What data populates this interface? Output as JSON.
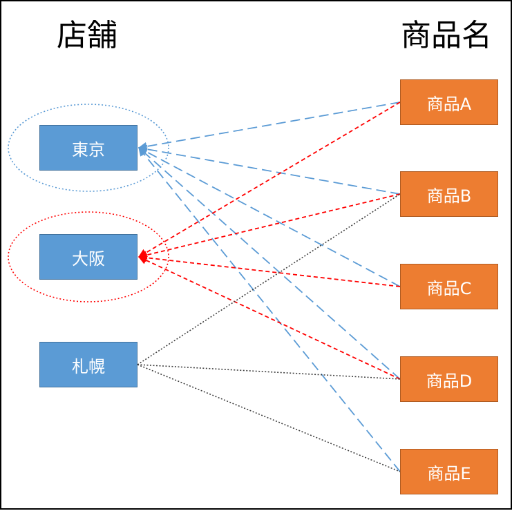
{
  "headers": {
    "stores": "店舗",
    "products": "商品名"
  },
  "stores": [
    "東京",
    "大阪",
    "札幌"
  ],
  "products": [
    "商品A",
    "商品B",
    "商品C",
    "商品D",
    "商品E"
  ],
  "colors": {
    "store_fill": "#5b9bd5",
    "product_fill": "#ed7d31",
    "tokyo_lines": "#5b9bd5",
    "osaka_lines": "#ff0000",
    "sapporo_lines": "#404040"
  },
  "relationships": [
    {
      "store": "東京",
      "product": "商品A",
      "style": "dashed-blue"
    },
    {
      "store": "東京",
      "product": "商品B",
      "style": "dashed-blue"
    },
    {
      "store": "東京",
      "product": "商品C",
      "style": "dashed-blue"
    },
    {
      "store": "東京",
      "product": "商品D",
      "style": "dashed-blue"
    },
    {
      "store": "東京",
      "product": "商品E",
      "style": "dashed-blue"
    },
    {
      "store": "大阪",
      "product": "商品A",
      "style": "dashed-red"
    },
    {
      "store": "大阪",
      "product": "商品B",
      "style": "dashed-red"
    },
    {
      "store": "大阪",
      "product": "商品C",
      "style": "dashed-red"
    },
    {
      "store": "大阪",
      "product": "商品D",
      "style": "dashed-red"
    },
    {
      "store": "札幌",
      "product": "商品B",
      "style": "dotted-gray"
    },
    {
      "store": "札幌",
      "product": "商品D",
      "style": "dotted-gray"
    },
    {
      "store": "札幌",
      "product": "商品E",
      "style": "dotted-gray"
    }
  ],
  "highlight_ellipses": [
    {
      "store": "東京",
      "color": "#5b9bd5"
    },
    {
      "store": "大阪",
      "color": "#ff0000"
    }
  ]
}
